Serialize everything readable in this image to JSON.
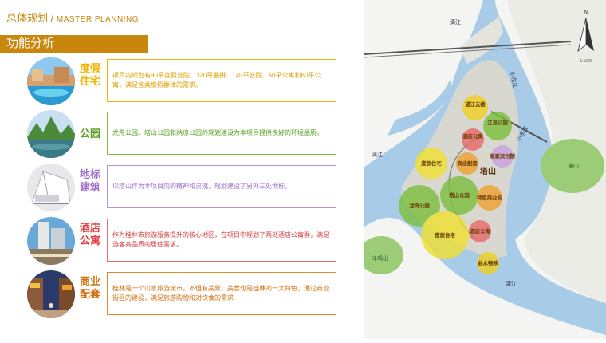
{
  "header": {
    "title": "总体规划",
    "separator": "/",
    "subtitle": "MASTER PLANNING"
  },
  "section": {
    "title": "功能分析"
  },
  "rows": [
    {
      "label": "度假住宅",
      "text": "项目内规划有90平度假合院、120平叠拼、140平合院、50平公寓和60平公寓，满足各类度假群体的需求。",
      "color": "#f0b400"
    },
    {
      "label": "公园",
      "text": "龙舟公园、塔山公园和纳凉公园的规划建设为本项目提供良好的环境品质。",
      "color": "#7cbf3c"
    },
    {
      "label": "地标建筑",
      "text": "以塔山作为本项目内的精神和灵魂，规划建设了另外三处地标。",
      "color": "#b991d6"
    },
    {
      "label": "酒店公寓",
      "text": "作为桂林市旅游服务提升的核心地区，在项目中规划了两处酒店公寓群，满足游客高品质的居住需求。",
      "color": "#e86a6a"
    },
    {
      "label": "商业配套",
      "text": "桂林是一个山水旅游城市，不但有美景，美食也是桂林的一大特色，通过商业街区的建设，满足旅游购物和对饮食的需求",
      "color": "#e28a2a"
    }
  ],
  "map": {
    "rivers": [
      "漓江",
      "漓江",
      "漓江",
      "小东江",
      "小东江"
    ],
    "mountains": [
      "穿山",
      "斗鸡山"
    ],
    "tashan": "塔山",
    "zones": [
      {
        "name": "望江云楼",
        "color": "#f0d020"
      },
      {
        "name": "江岛公园",
        "color": "#7cbf3c"
      },
      {
        "name": "酒店公寓",
        "color": "#e86a6a"
      },
      {
        "name": "度假住宅",
        "color": "#f0e030"
      },
      {
        "name": "商业配套",
        "color": "#f0a030"
      },
      {
        "name": "梁漱溟书院",
        "color": "#c8a0e0"
      },
      {
        "name": "塔山公园",
        "color": "#7cbf3c"
      },
      {
        "name": "特色商业街",
        "color": "#f0a030"
      },
      {
        "name": "龙舟公园",
        "color": "#7cbf3c"
      },
      {
        "name": "度假住宅",
        "color": "#f0e030"
      },
      {
        "name": "酒店公寓",
        "color": "#e86a6a"
      },
      {
        "name": "曲水畅映",
        "color": "#f0d020"
      }
    ],
    "compass": {
      "north": "N",
      "scale": "1:1000"
    }
  }
}
